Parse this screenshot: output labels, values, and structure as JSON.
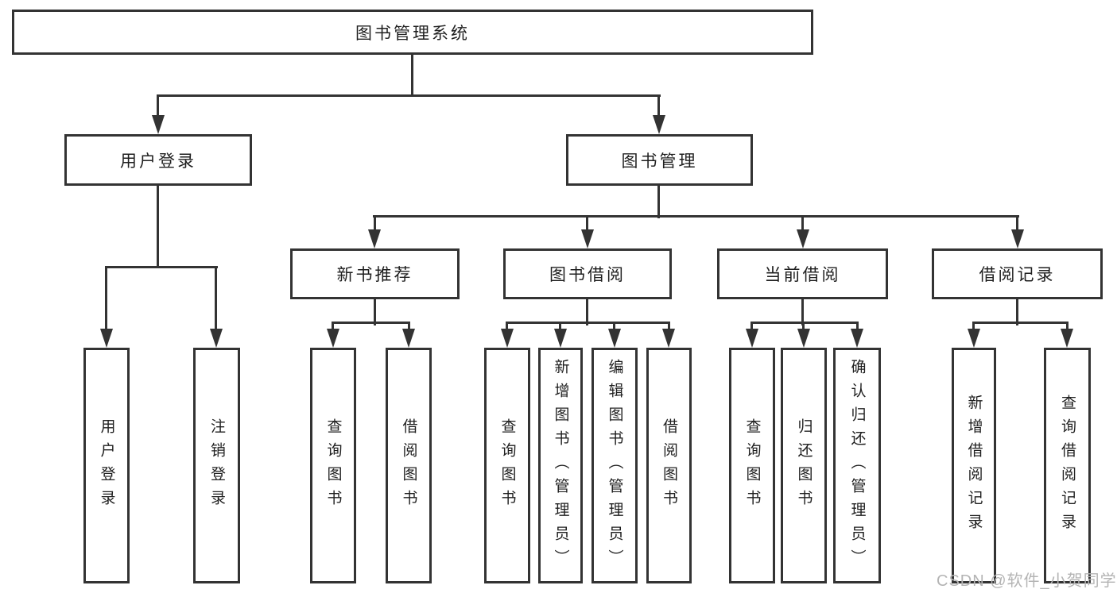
{
  "diagram": {
    "root": {
      "label": "图书管理系统"
    },
    "branches": [
      {
        "label": "用户登录",
        "children": [
          {
            "label": "用户登录"
          },
          {
            "label": "注销登录"
          }
        ]
      },
      {
        "label": "图书管理",
        "sections": [
          {
            "label": "新书推荐",
            "children": [
              {
                "label": "查询图书"
              },
              {
                "label": "借阅图书"
              }
            ]
          },
          {
            "label": "图书借阅",
            "children": [
              {
                "label": "查询图书"
              },
              {
                "label": "新增图书（管理员）"
              },
              {
                "label": "编辑图书（管理员）"
              },
              {
                "label": "借阅图书"
              }
            ]
          },
          {
            "label": "当前借阅",
            "children": [
              {
                "label": "查询图书"
              },
              {
                "label": "归还图书"
              },
              {
                "label": "确认归还（管理员）"
              }
            ]
          },
          {
            "label": "借阅记录",
            "children": [
              {
                "label": "新增借阅记录"
              },
              {
                "label": "查询借阅记录"
              }
            ]
          }
        ]
      }
    ]
  },
  "watermark": {
    "text": "CSDN @软件_小贺同学"
  },
  "colors": {
    "line": "#333333",
    "text": "#1f1f1f",
    "background": "#ffffff",
    "watermark": "#b4b4b4"
  }
}
